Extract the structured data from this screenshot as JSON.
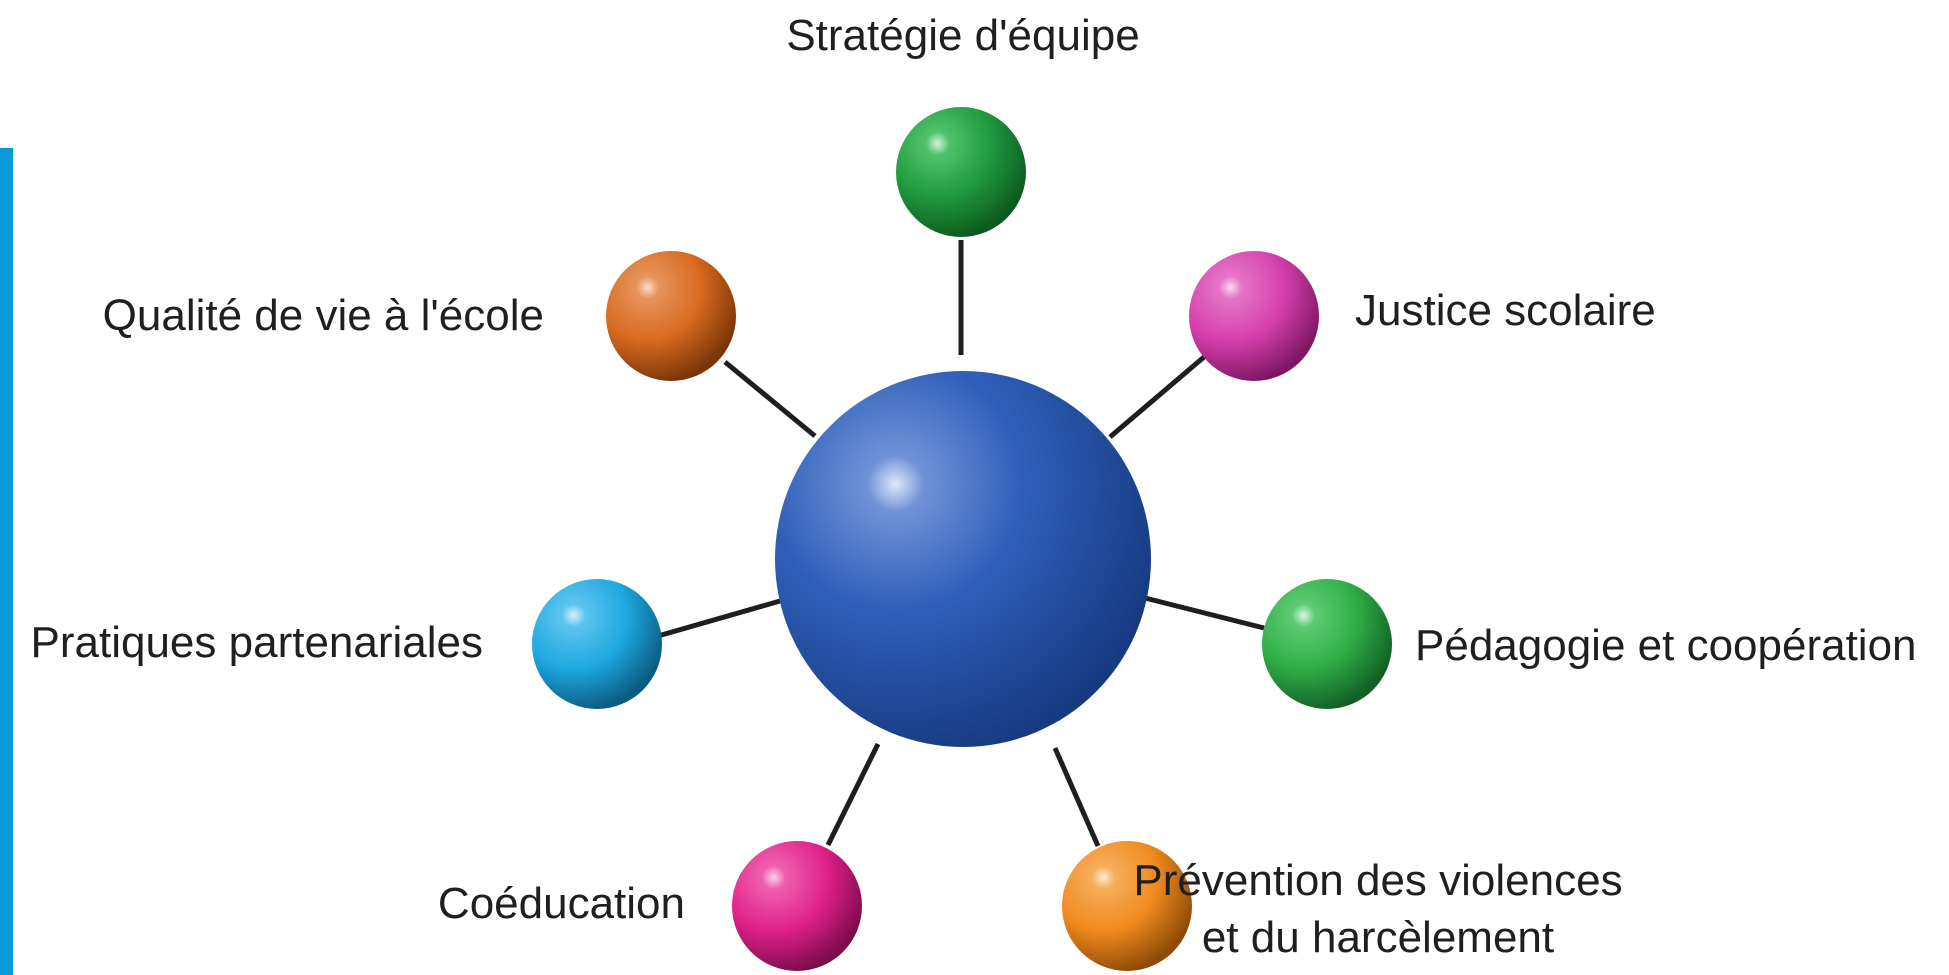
{
  "center_color": "#2f5fb8",
  "nodes": [
    {
      "id": "strategie",
      "label": "Stratégie d'équipe",
      "color": "#1f9a3e",
      "icon": "green-sphere"
    },
    {
      "id": "justice",
      "label": "Justice scolaire",
      "color": "#d63fae",
      "icon": "magenta-sphere"
    },
    {
      "id": "pedagogie",
      "label": "Pédagogie et coopération",
      "color": "#2fae45",
      "icon": "green-sphere"
    },
    {
      "id": "prevention",
      "label_line1": "Prévention des violences",
      "label_line2": "et du harcèlement",
      "color": "#f08a1e",
      "icon": "orange-sphere"
    },
    {
      "id": "coeducation",
      "label": "Coéducation",
      "color": "#e0218a",
      "icon": "pink-sphere"
    },
    {
      "id": "pratiques",
      "label": "Pratiques partenariales",
      "color": "#1ea8e0",
      "icon": "cyan-sphere"
    },
    {
      "id": "qualite",
      "label": "Qualité de vie à l'école",
      "color": "#d86a1e",
      "icon": "orange-sphere"
    }
  ]
}
